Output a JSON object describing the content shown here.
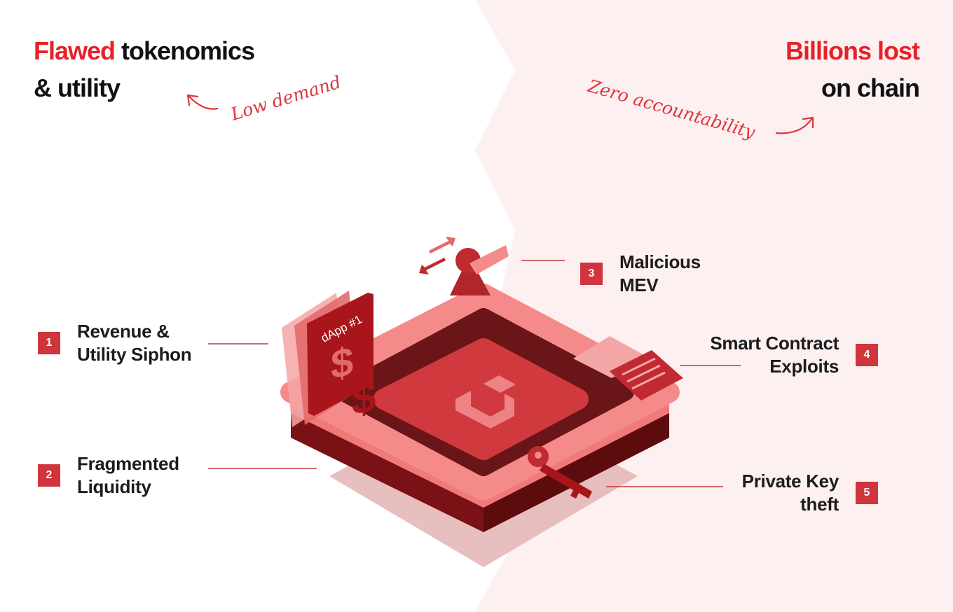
{
  "left_headline": {
    "accent": "Flawed",
    "line1_rest": " tokenomics",
    "line2": "& utility"
  },
  "right_headline": {
    "accent": "Billions lost",
    "line2": "on chain"
  },
  "notes": {
    "low_demand": "Low demand",
    "zero_accountability": "Zero accountability"
  },
  "dapp_label": "dApp #1",
  "callouts": [
    {
      "number": "1",
      "line1": "Revenue &",
      "line2": "Utility Siphon"
    },
    {
      "number": "2",
      "line1": "Fragmented",
      "line2": "Liquidity"
    },
    {
      "number": "3",
      "line1": "Malicious",
      "line2": "MEV"
    },
    {
      "number": "4",
      "line1": "Smart Contract",
      "line2": "Exploits"
    },
    {
      "number": "5",
      "line1": "Private Key",
      "line2": "theft"
    }
  ],
  "colors": {
    "accent_red": "#e8202a",
    "badge_red": "#d0343c",
    "right_panel_bg": "#fdf0f0",
    "platform_light": "#f58a8a",
    "platform_dark": "#6b0f12",
    "core_red": "#d0393e"
  }
}
